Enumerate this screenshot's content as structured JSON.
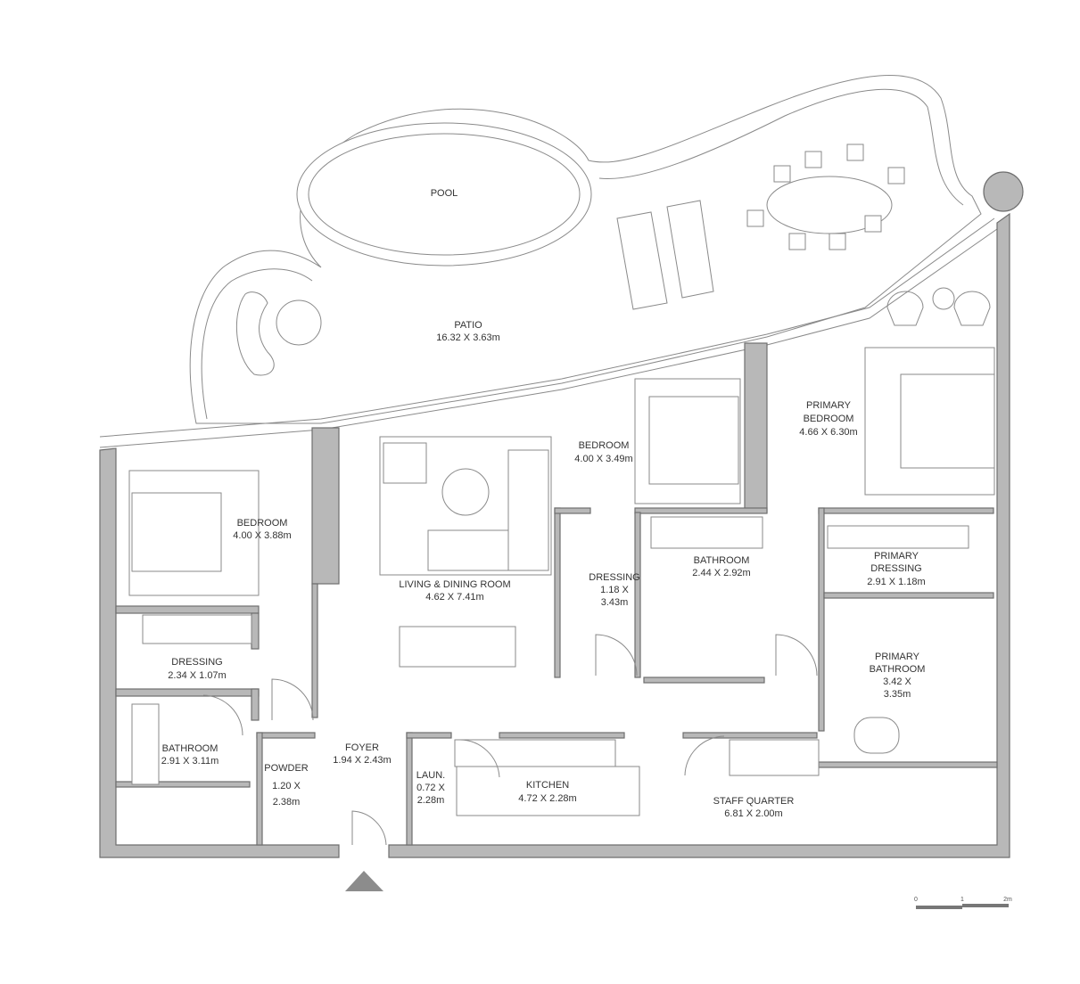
{
  "rooms": {
    "pool": {
      "name": "POOL"
    },
    "patio": {
      "name": "PATIO",
      "size": "16.32 X 3.63m"
    },
    "bedroom_left": {
      "name": "BEDROOM",
      "size": "4.00 X 3.88m"
    },
    "living": {
      "name": "LIVING & DINING ROOM",
      "size": "4.62 X 7.41m"
    },
    "bedroom_mid": {
      "name": "BEDROOM",
      "size": "4.00 X 3.49m"
    },
    "primary_bedroom": {
      "name1": "PRIMARY",
      "name2": "BEDROOM",
      "size": "4.66 X 6.30m"
    },
    "dressing_mid": {
      "name": "DRESSING",
      "size1": "1.18 X",
      "size2": "3.43m"
    },
    "bathroom_mid": {
      "name": "BATHROOM",
      "size": "2.44 X 2.92m"
    },
    "primary_dressing": {
      "name1": "PRIMARY",
      "name2": "DRESSING",
      "size": "2.91 X 1.18m"
    },
    "dressing_left": {
      "name": "DRESSING",
      "size": "2.34 X 1.07m"
    },
    "primary_bathroom": {
      "name1": "PRIMARY",
      "name2": "BATHROOM",
      "size1": "3.42 X",
      "size2": "3.35m"
    },
    "bathroom_left": {
      "name": "BATHROOM",
      "size": "2.91 X 3.11m"
    },
    "foyer": {
      "name": "FOYER",
      "size": "1.94 X 2.43m"
    },
    "powder": {
      "name": "POWDER",
      "size1": "1.20 X",
      "size2": "2.38m"
    },
    "laundry": {
      "name": "LAUN.",
      "size1": "0.72 X",
      "size2": "2.28m"
    },
    "kitchen": {
      "name": "KITCHEN",
      "size": "4.72 X 2.28m"
    },
    "staff": {
      "name": "STAFF QUARTER",
      "size": "6.81 X 2.00m"
    }
  },
  "scale_bar": {
    "t0": "0",
    "t1": "1",
    "t2": "2m"
  },
  "colors": {
    "wall": "#b8b8b8",
    "line": "#8a8a8a",
    "entrance": "#8c8c8c"
  }
}
